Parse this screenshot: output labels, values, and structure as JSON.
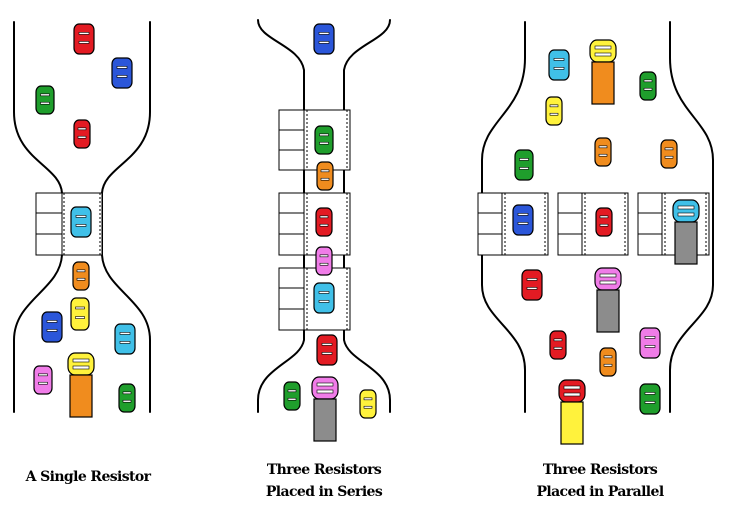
{
  "panels": [
    {
      "id": "single",
      "caption_lines": [
        "A Single Resistor"
      ],
      "cars": [
        {
          "color": "#e31b23"
        },
        {
          "color": "#2b56d9"
        },
        {
          "color": "#1f9e2c"
        },
        {
          "color": "#e31b23"
        },
        {
          "color": "#40c0e8"
        },
        {
          "color": "#f08c1e"
        },
        {
          "color": "#fff23c"
        },
        {
          "color": "#2b56d9"
        },
        {
          "color": "#40c0e8"
        },
        {
          "color": "#f07ce8"
        },
        {
          "color": "#1f9e2c"
        }
      ],
      "trucks": [
        {
          "cab": "#fff23c",
          "body": "#f08c1e"
        }
      ]
    },
    {
      "id": "series",
      "caption_lines": [
        "Three Resistors",
        "Placed in Series"
      ],
      "cars": [
        {
          "color": "#2b56d9"
        },
        {
          "color": "#1f9e2c"
        },
        {
          "color": "#f08c1e"
        },
        {
          "color": "#e31b23"
        },
        {
          "color": "#f07ce8"
        },
        {
          "color": "#40c0e8"
        },
        {
          "color": "#e31b23"
        },
        {
          "color": "#1f9e2c"
        },
        {
          "color": "#fff23c"
        }
      ],
      "trucks": [
        {
          "cab": "#f07ce8",
          "body": "#8c8c8c"
        }
      ]
    },
    {
      "id": "parallel",
      "caption_lines": [
        "Three Resistors",
        "Placed in Parallel"
      ],
      "cars": [
        {
          "color": "#40c0e8"
        },
        {
          "color": "#1f9e2c"
        },
        {
          "color": "#fff23c"
        },
        {
          "color": "#f08c1e"
        },
        {
          "color": "#1f9e2c"
        },
        {
          "color": "#f08c1e"
        },
        {
          "color": "#2b56d9"
        },
        {
          "color": "#e31b23"
        },
        {
          "color": "#e31b23"
        },
        {
          "color": "#f07ce8"
        },
        {
          "color": "#e31b23"
        },
        {
          "color": "#f08c1e"
        },
        {
          "color": "#1f9e2c"
        }
      ],
      "trucks": [
        {
          "cab": "#fff23c",
          "body": "#f08c1e"
        },
        {
          "cab": "#40c0e8",
          "body": "#8c8c8c"
        },
        {
          "cab": "#f07ce8",
          "body": "#8c8c8c"
        },
        {
          "cab": "#e31b23",
          "body": "#fff23c"
        }
      ]
    }
  ]
}
